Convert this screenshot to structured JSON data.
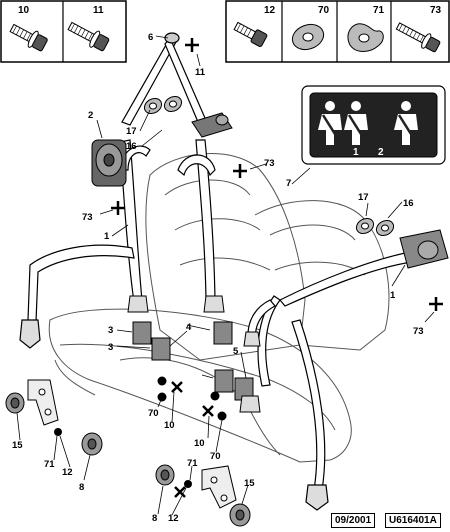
{
  "parts_boxes": [
    {
      "ref": "10",
      "icon": "flange-bolt-icon"
    },
    {
      "ref": "11",
      "icon": "flange-bolt-icon"
    },
    {
      "ref": "12",
      "icon": "bolt-icon"
    },
    {
      "ref": "70",
      "icon": "round-washer-icon"
    },
    {
      "ref": "71",
      "icon": "shaped-washer-icon"
    },
    {
      "ref": "73",
      "icon": "long-bolt-icon"
    }
  ],
  "callouts": {
    "c1_left": "1",
    "c1_right": "1",
    "c2": "2",
    "c3a": "3",
    "c3b": "3",
    "c4": "4",
    "c5": "5",
    "c6": "6",
    "c7": "7",
    "c8a": "8",
    "c8b": "8",
    "c10a": "10",
    "c10b": "10",
    "c11": "11",
    "c12a": "12",
    "c12b": "12",
    "c15a": "15",
    "c15b": "15",
    "c16a": "16",
    "c16b": "16",
    "c17a": "17",
    "c17b": "17",
    "c70a": "70",
    "c70b": "70",
    "c71a": "71",
    "c71b": "71",
    "c73a": "73",
    "c73b": "73",
    "c73c": "73"
  },
  "inset_label_1": "1",
  "inset_label_2": "2",
  "footer": {
    "date": "09/2001",
    "reference": "U616401A"
  }
}
